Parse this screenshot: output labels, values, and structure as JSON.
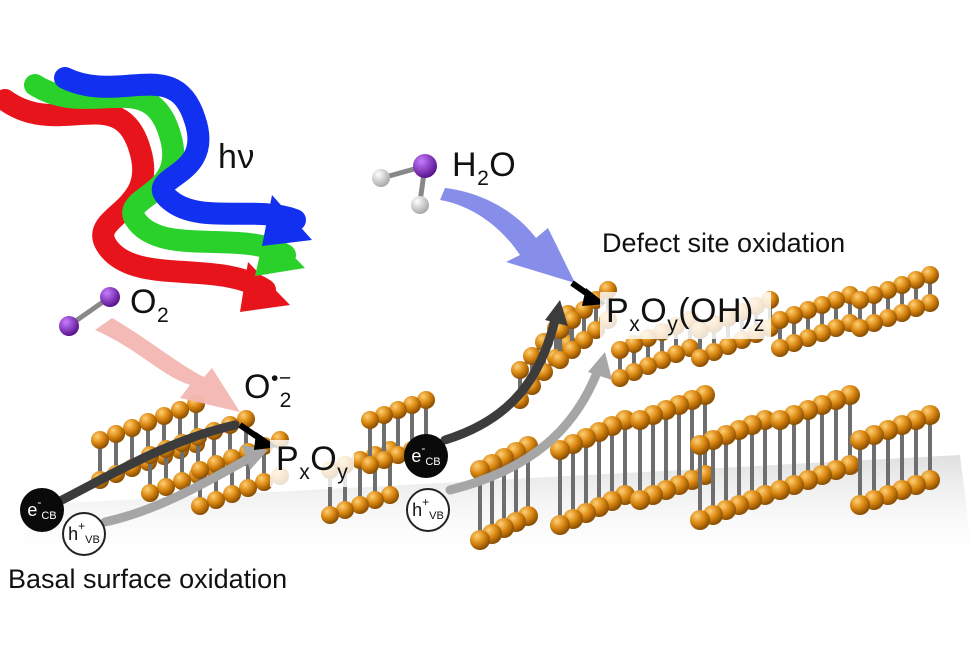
{
  "labels": {
    "light": "hν",
    "water": {
      "main": "H",
      "sub": "2",
      "rest": "O"
    },
    "oxygen": {
      "main": "O",
      "sub": "2"
    },
    "superoxide": {
      "main": "O",
      "sub": "2",
      "sup": "•−"
    },
    "defect_title": "Defect site oxidation",
    "basal_title": "Basal surface oxidation",
    "product_basal": {
      "p": "P",
      "x": "x",
      "o": "O",
      "y": "y"
    },
    "product_defect": {
      "p": "P",
      "x": "x",
      "o": "O",
      "y": "y",
      "rest": "(OH)",
      "z": "z"
    }
  },
  "carriers": {
    "electron": {
      "symbol": "e",
      "sup": "-",
      "sub": "CB"
    },
    "hole": {
      "symbol": "h",
      "sup": "+",
      "sub": "VB"
    }
  },
  "colors": {
    "phosphorus_atom": "#d9860f",
    "bond": "#6e6e6e",
    "light_red": "#e8141b",
    "light_green": "#2bd12b",
    "light_blue": "#1230f0",
    "water_arrow": "#7f88e8",
    "oxygen_arrow": "#f2b6b2",
    "electron_path": "#3c3c3c",
    "hole_path": "#a6a6a6",
    "molecule_atom": "#8a2bd6"
  }
}
